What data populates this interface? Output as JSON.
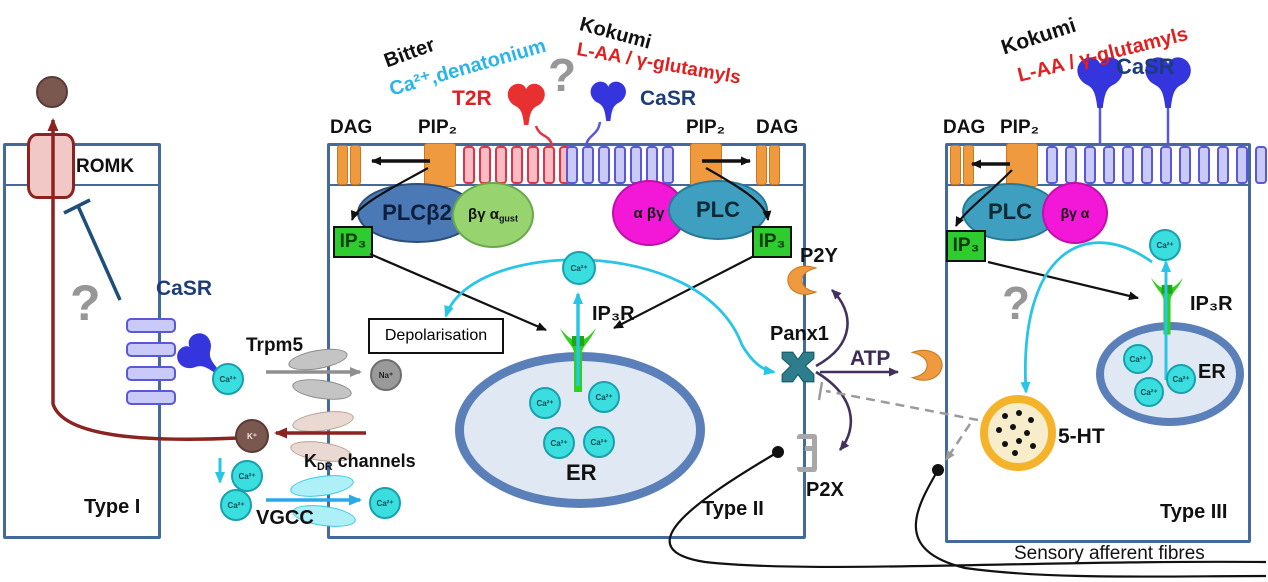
{
  "cells": {
    "type1": "Type I",
    "type2": "Type II",
    "type3": "Type III"
  },
  "stimuli": {
    "bitter": "Bitter",
    "bitter_ligands": "Ca²⁺,denatonium",
    "kokumi": "Kokumi",
    "kokumi_ligands": "L-AA / γ-glutamyls"
  },
  "receptors": {
    "t2r": "T2R",
    "casr": "CaSR",
    "romk": "ROMK",
    "p2y": "P2Y",
    "p2x": "P2X",
    "panx1": "Panx1"
  },
  "channels": {
    "trpm5": "Trpm5",
    "kdr_prefix": "K",
    "kdr_sub": "DR",
    "kdr_suffix": " channels",
    "vgcc": "VGCC"
  },
  "membrane": {
    "dag": "DAG",
    "pip2": "PIP₂"
  },
  "signaling": {
    "plcb2": "PLCβ2",
    "plc": "PLC",
    "gustducin_main": "βγ α",
    "gustducin_sub": "gust",
    "g_alpha_betagamma": "α βγ",
    "g_betagamma_alpha": "βγ α",
    "ip3": "IP₃",
    "ip3r": "IP₃R",
    "er": "ER",
    "depolarisation": "Depolarisation",
    "atp": "ATP",
    "serotonin": "5-HT"
  },
  "ions": {
    "ca": "Ca²⁺",
    "na": "Na⁺",
    "k": "K⁺"
  },
  "annotations": {
    "question_mark": "?",
    "sensory_fibres": "Sensory afferent fibres"
  },
  "colors": {
    "membrane_blue": "#44699d",
    "orange": "#f09a40",
    "ip3_green": "#2ecc2e",
    "cyan": "#29c5e6",
    "dark_red": "#8b2420",
    "purple": "#42315e",
    "magenta": "#f318d8",
    "gprotein_green": "#97d36f",
    "plc_teal": "#3f9fc0",
    "plcb2_blue": "#4a79b5",
    "er_border": "#5b7fb8",
    "vesicle_yellow": "#f5b32c",
    "casr_blue": "#3535dd",
    "t2r_red": "#e83030",
    "ca_cyan": "#3bdede"
  }
}
